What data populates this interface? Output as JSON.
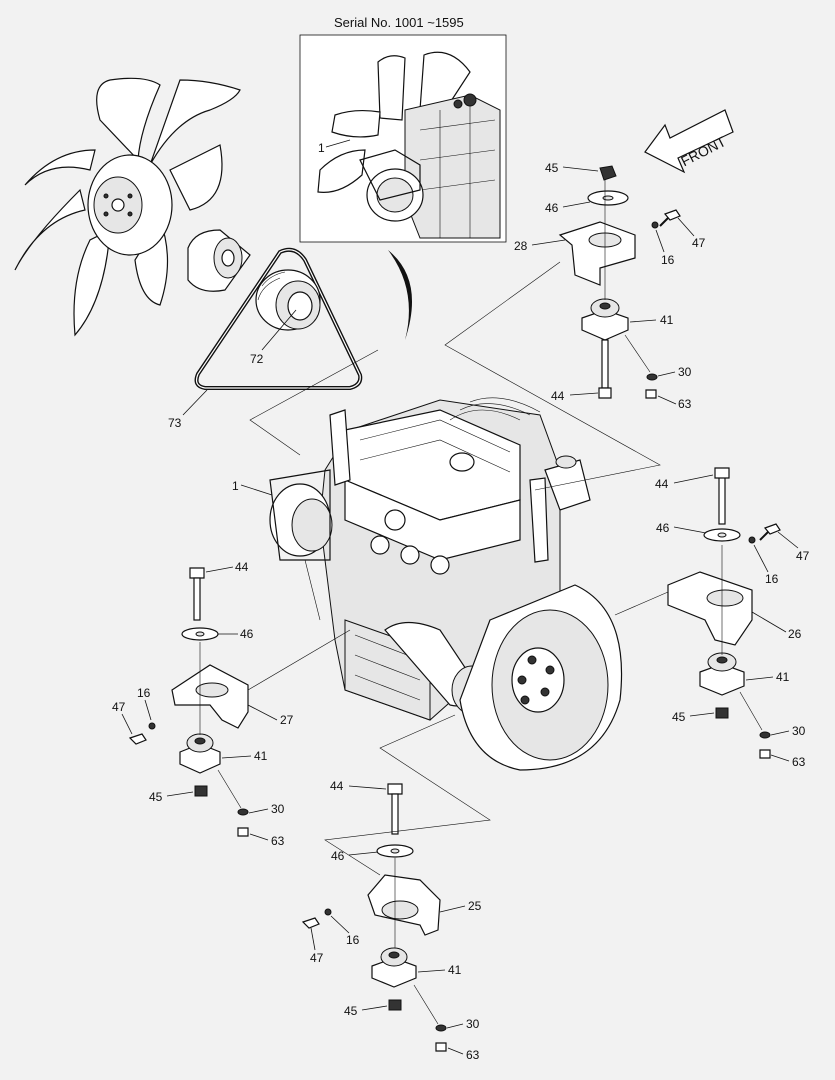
{
  "inset": {
    "title": "Serial No. 1001 ~1595",
    "fan_label": "1"
  },
  "front_arrow": "FRONT",
  "labels": {
    "fan_belt": "73",
    "fan_pulley": "72",
    "alternator": "1",
    "tr_nut": "45",
    "tr_washer": "46",
    "tr_bracket": "28",
    "tr_lockwasher": "16",
    "tr_bolt": "47",
    "tr_mount": "41",
    "tr_bolt_long": "44",
    "tr_washer2": "30",
    "tr_bolt2": "63",
    "mr_bolt_long": "44",
    "mr_washer": "46",
    "mr_bolt": "47",
    "mr_lockwasher": "16",
    "mr_bracket": "26",
    "mr_mount": "41",
    "mr_nut": "45",
    "mr_washer2": "30",
    "mr_bolt2": "63",
    "ml_bolt_long": "44",
    "ml_washer": "46",
    "ml_lockwasher": "16",
    "ml_bolt": "47",
    "ml_bracket": "27",
    "ml_mount": "41",
    "ml_nut": "45",
    "ml_washer2": "30",
    "ml_bolt2": "63",
    "b_bolt_long": "44",
    "b_washer": "46",
    "b_bracket": "25",
    "b_lockwasher": "16",
    "b_bolt": "47",
    "b_mount": "41",
    "b_nut": "45",
    "b_washer2": "30",
    "b_bolt2": "63"
  }
}
